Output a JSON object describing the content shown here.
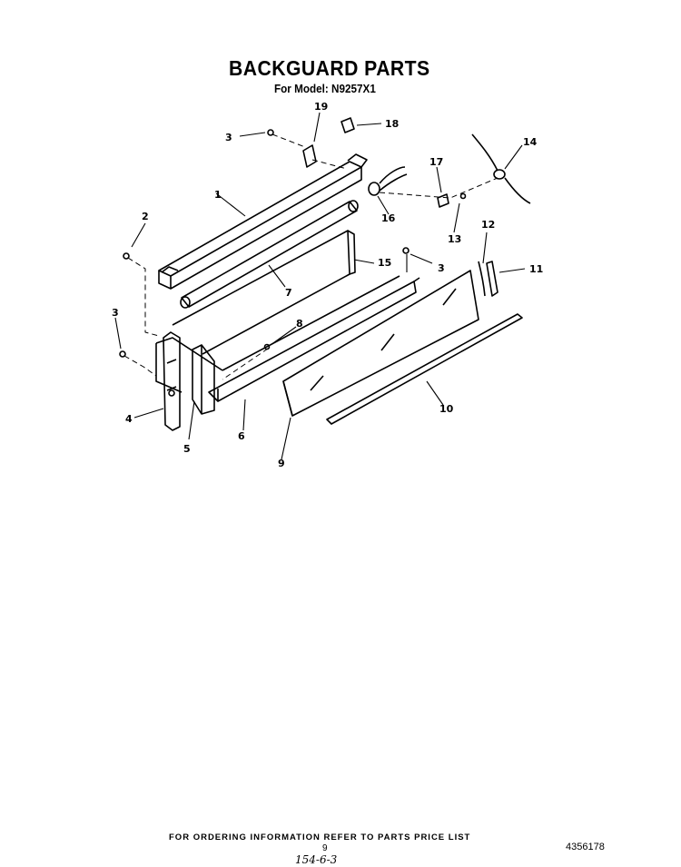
{
  "header": {
    "title": "BACKGUARD PARTS",
    "subtitle": "For Model: N9257X1"
  },
  "callouts": {
    "c1": "1",
    "c2": "2",
    "c3a": "3",
    "c3b": "3",
    "c3c": "3",
    "c4": "4",
    "c5": "5",
    "c6": "6",
    "c7": "7",
    "c8": "8",
    "c9": "9",
    "c10": "10",
    "c11": "11",
    "c12": "12",
    "c13": "13",
    "c14": "14",
    "c15": "15",
    "c16": "16",
    "c17": "17",
    "c18": "18",
    "c19": "19"
  },
  "footer": {
    "ordering_note": "FOR ORDERING INFORMATION REFER TO PARTS PRICE LIST",
    "page_number": "9",
    "handwritten_note": "154-6-3",
    "document_number": "4356178"
  }
}
